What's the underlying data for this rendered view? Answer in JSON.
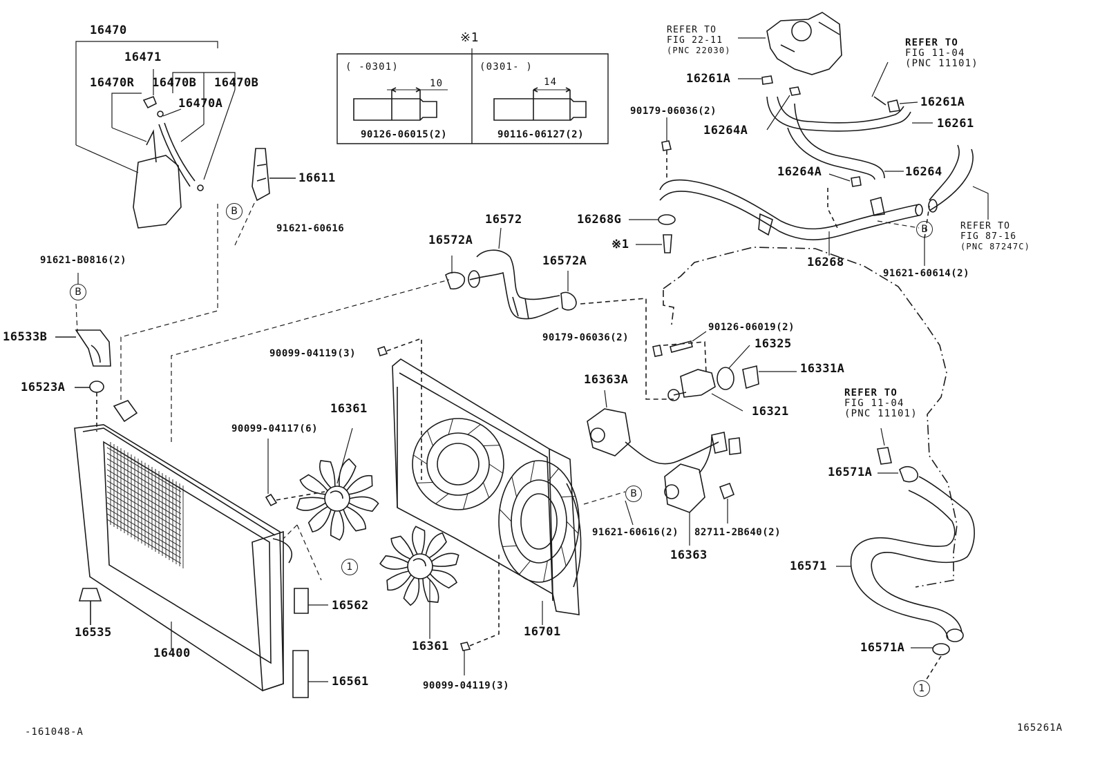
{
  "diagram": {
    "figure_code": "165261A",
    "diagram_code": "-161048-A",
    "parts": {
      "p16470": "16470",
      "p16471": "16471",
      "p16470R": "16470R",
      "p16470B_1": "16470B",
      "p16470B_2": "16470B",
      "p16470A": "16470A",
      "p16611": "16611",
      "p91621_60616_a": "91621-60616",
      "p91621_B0816": "91621-B0816(2)",
      "p16533B": "16533B",
      "p16523A": "16523A",
      "p16572": "16572",
      "p16572A_1": "16572A",
      "p16572A_2": "16572A",
      "p90099_04119_a": "90099-04119(3)",
      "p90099_04117": "90099-04117(6)",
      "p16361_a": "16361",
      "p16361_b": "16361",
      "p16562": "16562",
      "p16561": "16561",
      "p16535": "16535",
      "p16400": "16400",
      "p16701": "16701",
      "p90099_04119_b": "90099-04119(3)",
      "p16363A": "16363A",
      "p16363": "16363",
      "p91621_60616_b": "91621-60616(2)",
      "p82711_2B640": "82711-2B640(2)",
      "p90179_06036_a": "90179-06036(2)",
      "p90179_06036_b": "90179-06036(2)",
      "p90126_06019": "90126-06019(2)",
      "p16325": "16325",
      "p16331A": "16331A",
      "p16321": "16321",
      "p16261A_1": "16261A",
      "p16261A_2": "16261A",
      "p16261": "16261",
      "p16264A_1": "16264A",
      "p16264A_2": "16264A",
      "p16264": "16264",
      "p16268G": "16268G",
      "p16268": "16268",
      "p91621_60614": "91621-60614(2)",
      "p16571A_1": "16571A",
      "p16571A_2": "16571A",
      "p16571": "16571",
      "mark1": "※1"
    },
    "inset": {
      "mark": "※1",
      "left_range": "(      -0301)",
      "right_range": "(0301-      )",
      "left_dim": "10",
      "right_dim": "14",
      "left_part": "90126-06015(2)",
      "right_part": "90116-06127(2)"
    },
    "refs": {
      "r1": [
        "REFER TO",
        "FIG 22-11",
        "(PNC 22030)"
      ],
      "r2": [
        "REFER TO",
        "FIG 11-04",
        "(PNC 11101)"
      ],
      "r3": [
        "REFER TO",
        "FIG 87-16",
        "(PNC 87247C)"
      ],
      "r4": [
        "REFER TO",
        "FIG 11-04",
        "(PNC 11101)"
      ]
    },
    "circles": {
      "B": "B",
      "one": "1"
    }
  }
}
